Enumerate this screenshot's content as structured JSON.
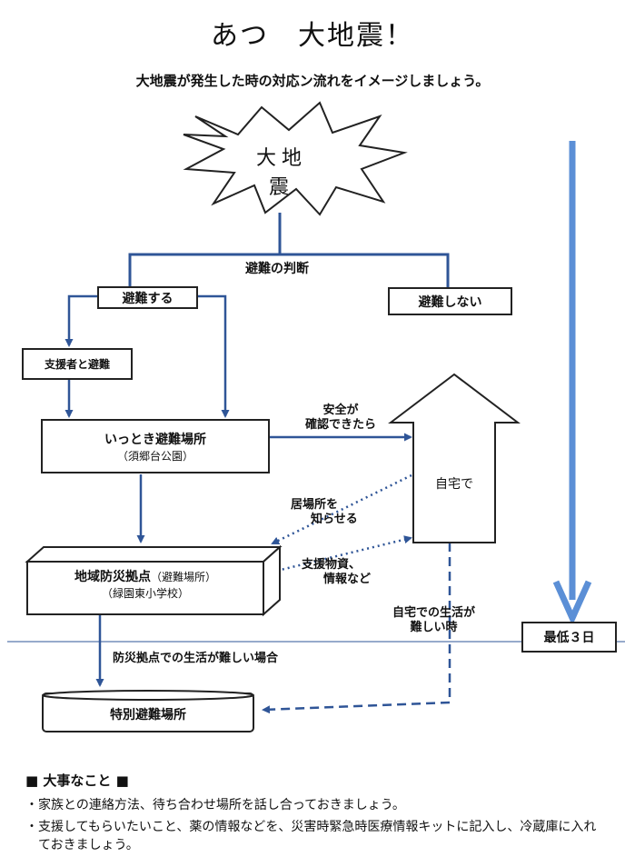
{
  "title": "あつ　大地震！",
  "subtitle": "大地震が発生した時の対応ン流れをイメージしましょう。",
  "nodes": {
    "earthquake": "大地震",
    "decision": "避難の判断",
    "evacuate": "避難する",
    "no_evacuate": "避難しない",
    "with_supporter": "支援者と避難",
    "temp_shelter_name": "いっとき避難場所",
    "temp_shelter_place": "（須郷台公園）",
    "hub_name": "地域防災拠点",
    "hub_note": "（避難場所）",
    "hub_place": "（緑園東小学校）",
    "special_shelter": "特別避難場所",
    "home": "自宅で",
    "min_days": "最低３日"
  },
  "edge_labels": {
    "safe_confirmed_1": "安全が",
    "safe_confirmed_2": "確認できたら",
    "notify_location_1": "居場所を",
    "notify_location_2": "知らせる",
    "supplies_1": "支援物資、",
    "supplies_2": "情報など",
    "home_difficult_1": "自宅での生活が",
    "home_difficult_2": "難しい時",
    "hub_difficult": "防災拠点での生活が難しい場合"
  },
  "notes": {
    "heading": "■ 大事なこと ■",
    "items": [
      "・家族との連絡方法、待ち合わせ場所を話し合っておきましょう。",
      "・支援してもらいたいこと、薬の情報などを、災害時緊急時医療情報キットに記入し、冷蔵庫に入れておきましょう。"
    ]
  },
  "colors": {
    "arrow": "#2f5597",
    "timeline": "#5b8fd6",
    "line": "#222222"
  }
}
